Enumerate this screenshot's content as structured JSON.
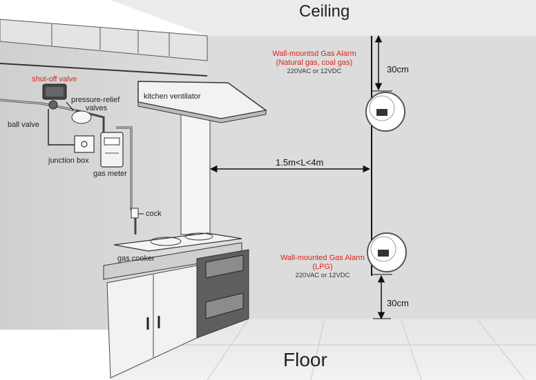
{
  "labels": {
    "ceiling": "Ceiling",
    "floor": "Floor",
    "shutoff_valve": "shut-off valve",
    "pressure_relief": "pressure-relief",
    "valves": "valves",
    "ball_valve": "ball valve",
    "junction_box": "junction box",
    "gas_meter": "gas meter",
    "cock": "cock",
    "gas_cooker": "gas cooker",
    "kitchen_ventilator": "kitchen ventilator",
    "distance": "1.5m<L<4m",
    "top_clearance": "30cm",
    "bottom_clearance": "30cm"
  },
  "alarms": {
    "top": {
      "title": "Wall-mountsd Gas Alarm",
      "gas": "(Natural gas, coal gas)",
      "power": "220VAC or 12VDC"
    },
    "bottom": {
      "title": "Wall-mounted Gas Alarm",
      "gas": "(LPG)",
      "power": "220VAC or 12VDC"
    }
  },
  "colors": {
    "alarm_text": "#e0201c",
    "line": "#111111",
    "wall": "#d9d9d9",
    "floor": "#e8e8e8"
  }
}
